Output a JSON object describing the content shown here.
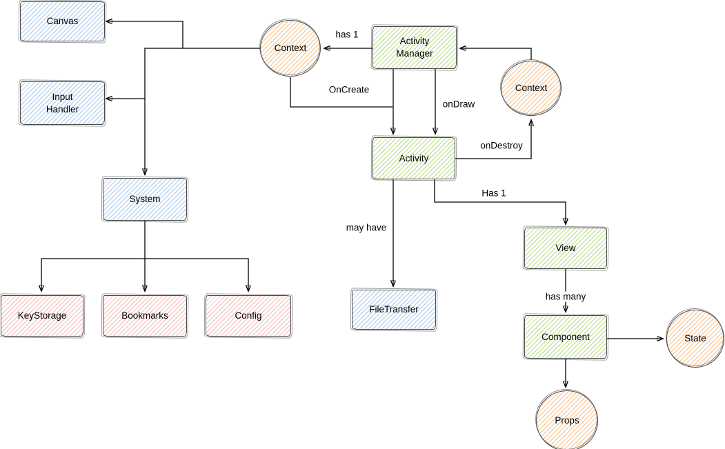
{
  "diagram": {
    "title": "",
    "colors": {
      "blue_hatch": "#bcd4ef",
      "green_hatch": "#c6e3a3",
      "orange_hatch": "#f8cfa3",
      "red_hatch": "#f6c9c7",
      "shape_stroke": "#4a4a4a",
      "edge_stroke": "#000000",
      "label_text": "#000000",
      "background": "#ffffff"
    },
    "nodes": {
      "canvas": {
        "label": "Canvas",
        "shape": "rectangle",
        "color_theme": "blue"
      },
      "input_handler": {
        "label": "Input Handler",
        "shape": "rectangle",
        "color_theme": "blue"
      },
      "system": {
        "label": "System",
        "shape": "rectangle",
        "color_theme": "blue"
      },
      "keystorage": {
        "label": "KeyStorage",
        "shape": "rectangle",
        "color_theme": "red"
      },
      "bookmarks": {
        "label": "Bookmarks",
        "shape": "rectangle",
        "color_theme": "red"
      },
      "config": {
        "label": "Config",
        "shape": "rectangle",
        "color_theme": "red"
      },
      "context_left": {
        "label": "Context",
        "shape": "circle",
        "color_theme": "orange"
      },
      "context_right": {
        "label": "Context",
        "shape": "circle",
        "color_theme": "orange"
      },
      "activity_manager": {
        "label": "Activity Manager",
        "shape": "rectangle",
        "color_theme": "green"
      },
      "activity": {
        "label": "Activity",
        "shape": "rectangle",
        "color_theme": "green"
      },
      "filetransfer": {
        "label": "FileTransfer",
        "shape": "rectangle",
        "color_theme": "blue"
      },
      "view": {
        "label": "View",
        "shape": "rectangle",
        "color_theme": "green"
      },
      "component": {
        "label": "Component",
        "shape": "rectangle",
        "color_theme": "green"
      },
      "state": {
        "label": "State",
        "shape": "circle",
        "color_theme": "orange"
      },
      "props": {
        "label": "Props",
        "shape": "circle",
        "color_theme": "orange"
      }
    },
    "connections": [
      {
        "from": "context_left",
        "to": "canvas",
        "label": ""
      },
      {
        "from": "context_left",
        "to": "input_handler",
        "label": ""
      },
      {
        "from": "context_left",
        "to": "system",
        "label": ""
      },
      {
        "from": "activity_manager",
        "to": "context_left",
        "label": "has 1"
      },
      {
        "from": "context_right",
        "to": "activity_manager",
        "label": ""
      },
      {
        "from": "context_left",
        "to": "activity",
        "label": "OnCreate"
      },
      {
        "from": "activity_manager",
        "to": "activity",
        "label": "onDraw"
      },
      {
        "from": "activity",
        "to": "context_right",
        "label": "onDestroy"
      },
      {
        "from": "activity",
        "to": "filetransfer",
        "label": "may have"
      },
      {
        "from": "activity",
        "to": "view",
        "label": "Has 1"
      },
      {
        "from": "view",
        "to": "component",
        "label": "has many"
      },
      {
        "from": "component",
        "to": "state",
        "label": ""
      },
      {
        "from": "component",
        "to": "props",
        "label": ""
      },
      {
        "from": "system",
        "to": "keystorage",
        "label": ""
      },
      {
        "from": "system",
        "to": "bookmarks",
        "label": ""
      },
      {
        "from": "system",
        "to": "config",
        "label": ""
      }
    ]
  }
}
